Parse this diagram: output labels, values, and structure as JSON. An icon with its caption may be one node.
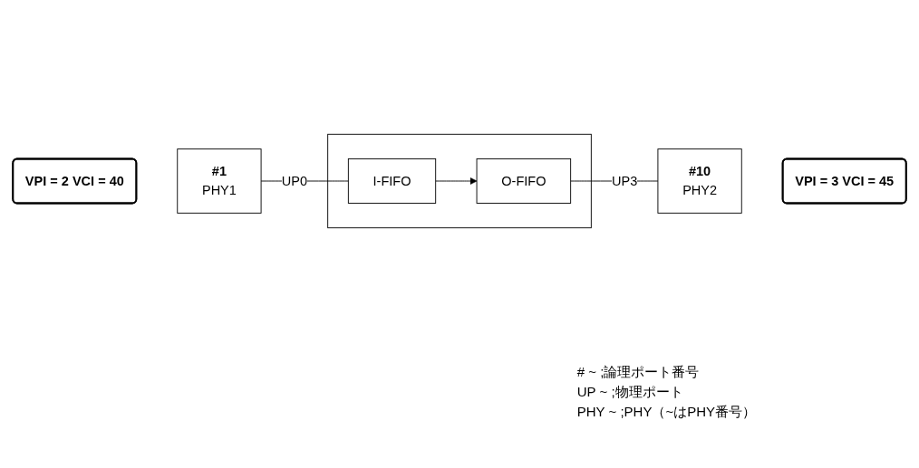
{
  "diagram": {
    "nodes": [
      {
        "text": [
          "VPI = 2 VCI = 40"
        ]
      },
      {
        "text": [
          "#1",
          "PHY1"
        ]
      },
      {
        "text": [],
        "shape": "box"
      },
      {
        "text": [
          "I-FIFO"
        ],
        "in": 2
      },
      {
        "text": [
          "O-FIFO"
        ],
        "in": 2
      },
      {
        "text": [
          "#10",
          "PHY2"
        ]
      },
      {
        "text": [
          "VPI = 3 VCI = 45"
        ]
      }
    ],
    "edges": [
      {
        "from": 1,
        "to": 3,
        "arrow": "none",
        "label": "UP0"
      },
      {
        "from": 3,
        "to": 4,
        "arrow": "to"
      },
      {
        "from": 4,
        "to": 5,
        "arrow": "none",
        "label": "UP3"
      }
    ],
    "labels": [
      "# ~ ;論理ポート番号",
      "UP ~ ;物理ポート",
      "PHY ~ ;PHY（~はPHY番号）"
    ]
  }
}
